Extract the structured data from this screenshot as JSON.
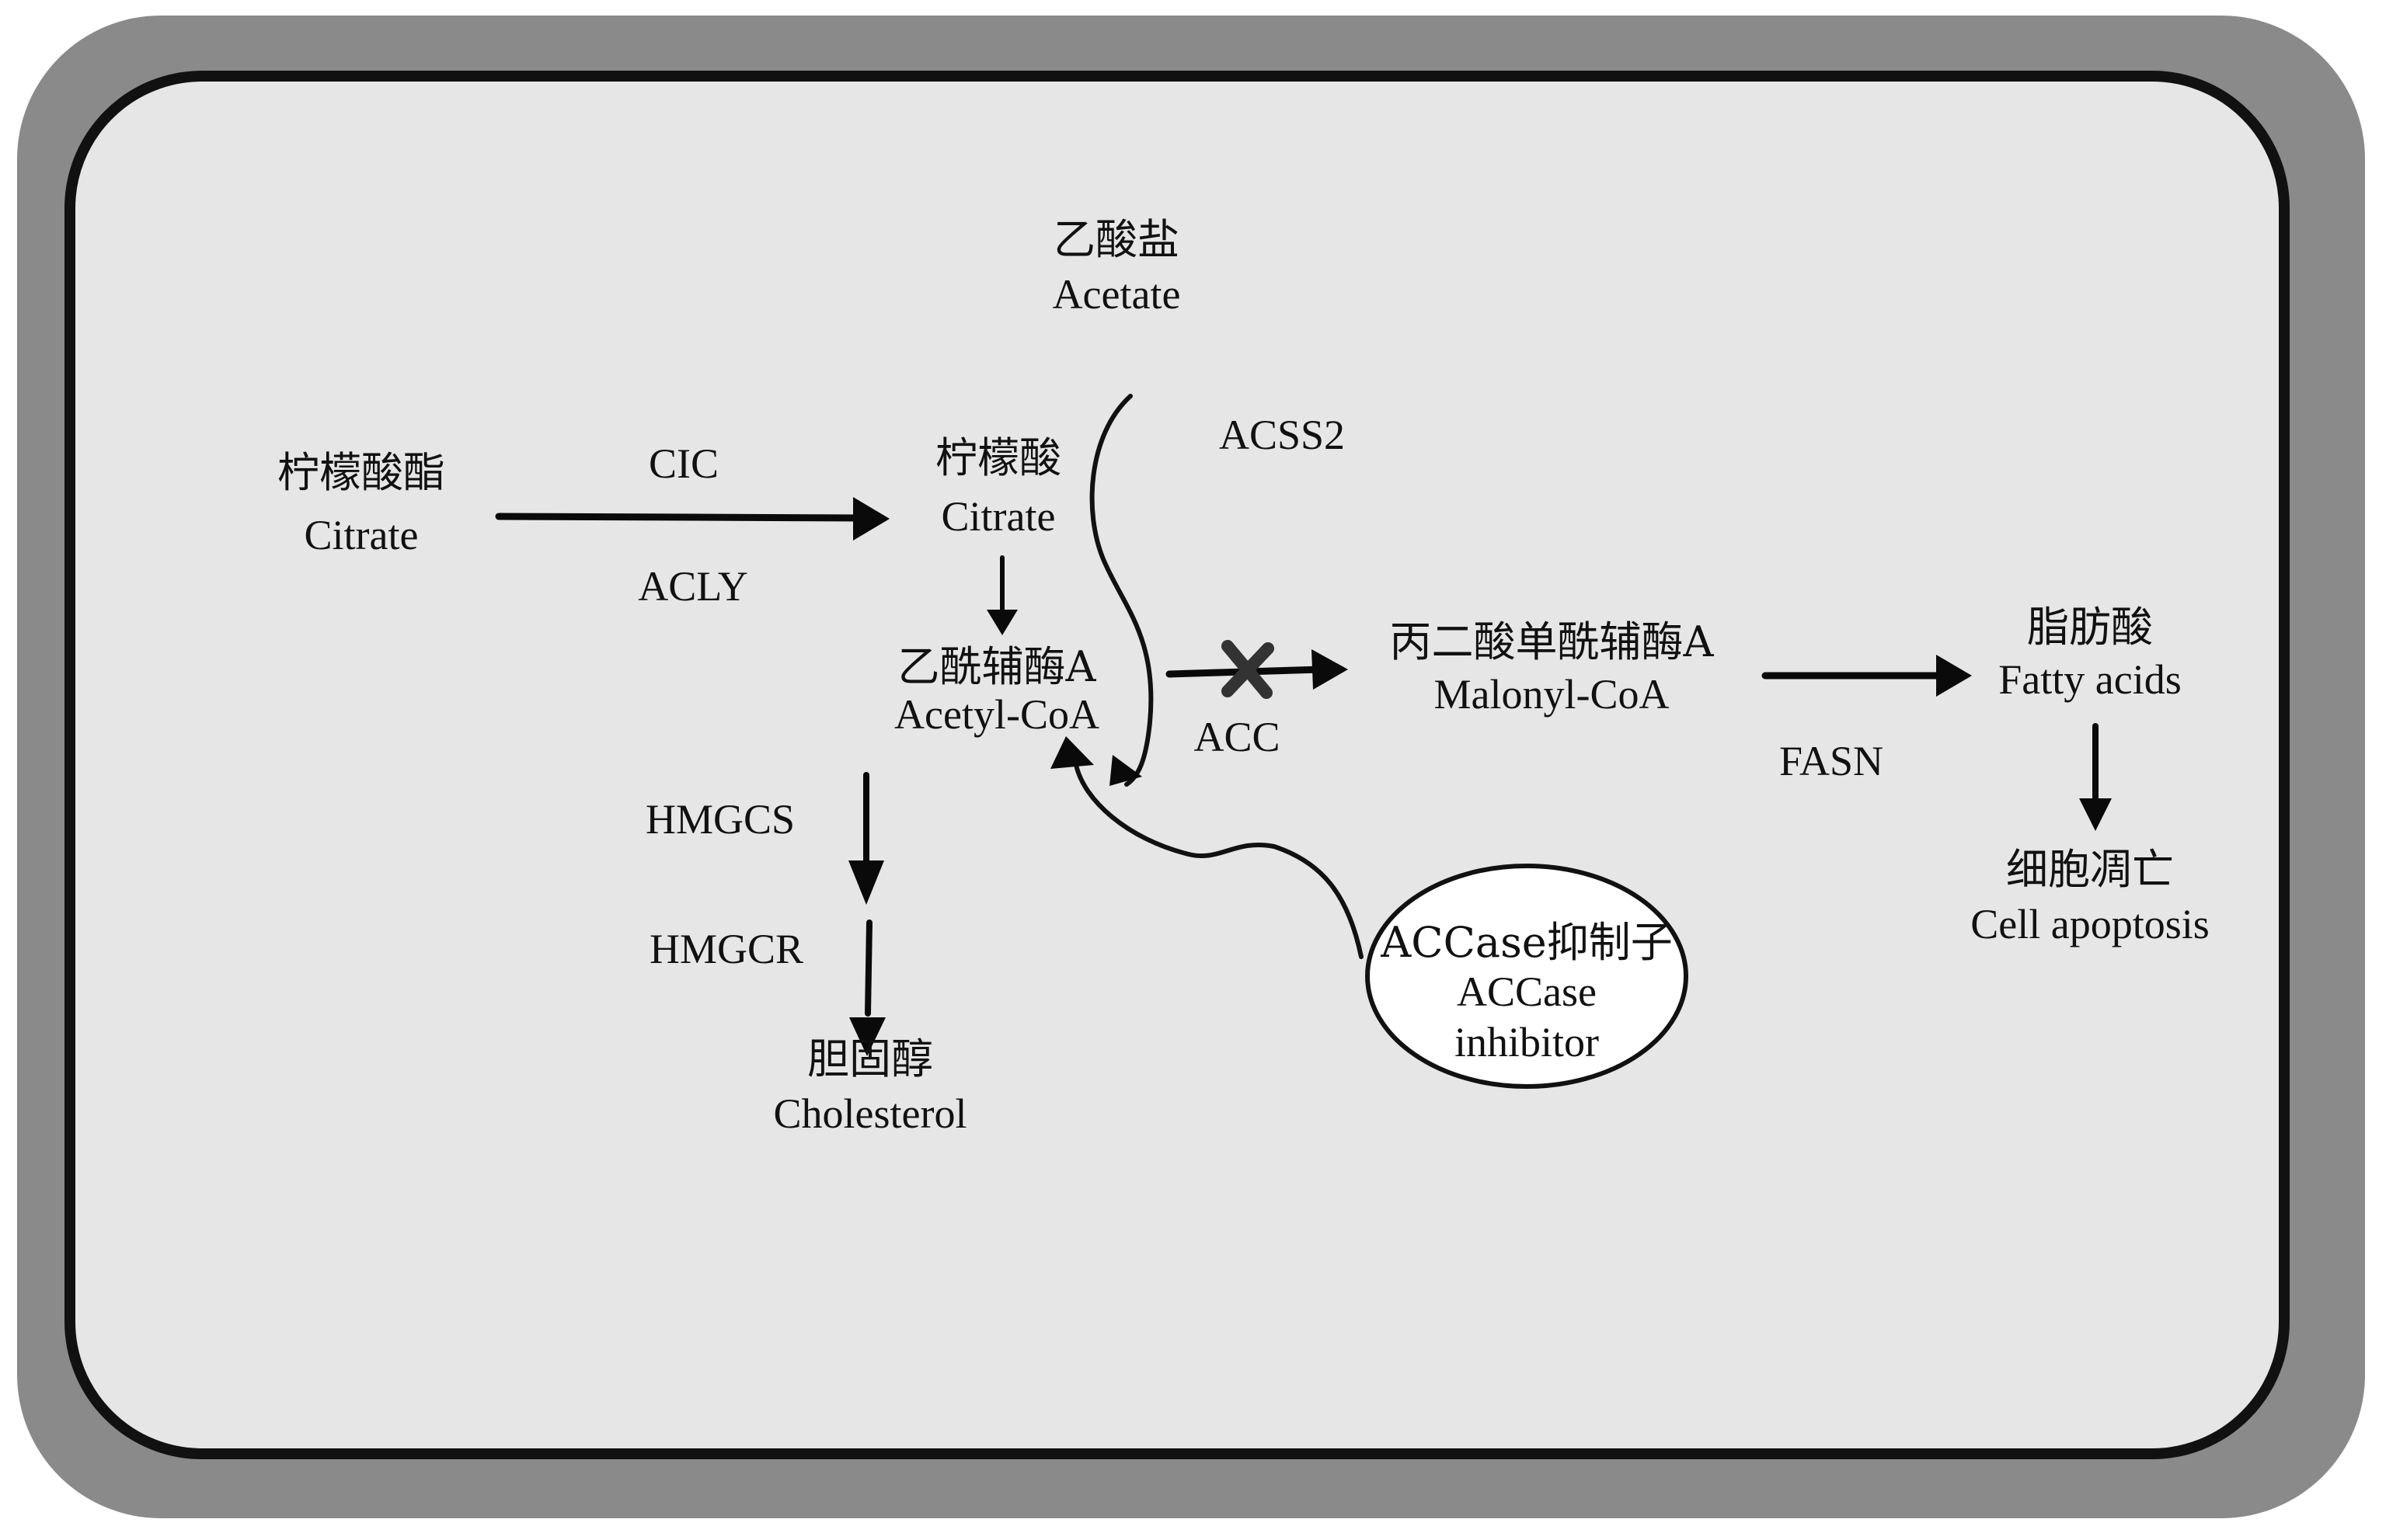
{
  "diagram": {
    "title": "Acetyl-CoA metabolism and ACCase inhibition pathway",
    "colors": {
      "outer_frame": "#8a8a8a",
      "inner_border": "#111111",
      "cell_fill": "#e6e6e6",
      "inhibitor_fill": "#ffffff",
      "block_mark": "#333333",
      "text": "#111111"
    },
    "nodes": {
      "citrate_cyto": {
        "zh": "柠檬酸酯",
        "en": "Citrate"
      },
      "citrate": {
        "zh": "柠檬酸",
        "en": "Citrate"
      },
      "acetate": {
        "zh": "乙酸盐",
        "en": "Acetate"
      },
      "acetyl_coa": {
        "zh": "乙酰辅酶A",
        "en": "Acetyl-CoA"
      },
      "malonyl_coa": {
        "zh": "丙二酸单酰辅酶A",
        "en": "Malonyl-CoA"
      },
      "fatty_acids": {
        "zh": "脂肪酸",
        "en": "Fatty acids"
      },
      "apoptosis": {
        "zh": "细胞凋亡",
        "en": "Cell apoptosis"
      },
      "cholesterol": {
        "zh": "胆固醇",
        "en": "Cholesterol"
      },
      "inhibitor": {
        "zh": "ACCase抑制子",
        "en_line1": "ACCase",
        "en_line2": "inhibitor"
      }
    },
    "enzymes": {
      "cic": "CIC",
      "acly": "ACLY",
      "acss2": "ACSS2",
      "acc": "ACC",
      "fasn": "FASN",
      "hmgcs": "HMGCS",
      "hmgcr": "HMGCR"
    },
    "edges": [
      {
        "from": "citrate_cyto",
        "to": "citrate",
        "enzymes": [
          "CIC",
          "ACLY"
        ]
      },
      {
        "from": "acetate",
        "to": "acetyl_coa",
        "enzymes": [
          "ACSS2"
        ]
      },
      {
        "from": "citrate",
        "to": "acetyl_coa",
        "enzymes": []
      },
      {
        "from": "acetyl_coa",
        "to": "malonyl_coa",
        "enzymes": [
          "ACC"
        ],
        "blocked": true
      },
      {
        "from": "malonyl_coa",
        "to": "fatty_acids",
        "enzymes": [
          "FASN"
        ]
      },
      {
        "from": "fatty_acids",
        "to": "apoptosis",
        "enzymes": []
      },
      {
        "from": "acetyl_coa",
        "to": "cholesterol",
        "enzymes": [
          "HMGCS",
          "HMGCR"
        ]
      },
      {
        "from": "inhibitor",
        "to": "acetyl_coa",
        "enzymes": []
      }
    ]
  }
}
